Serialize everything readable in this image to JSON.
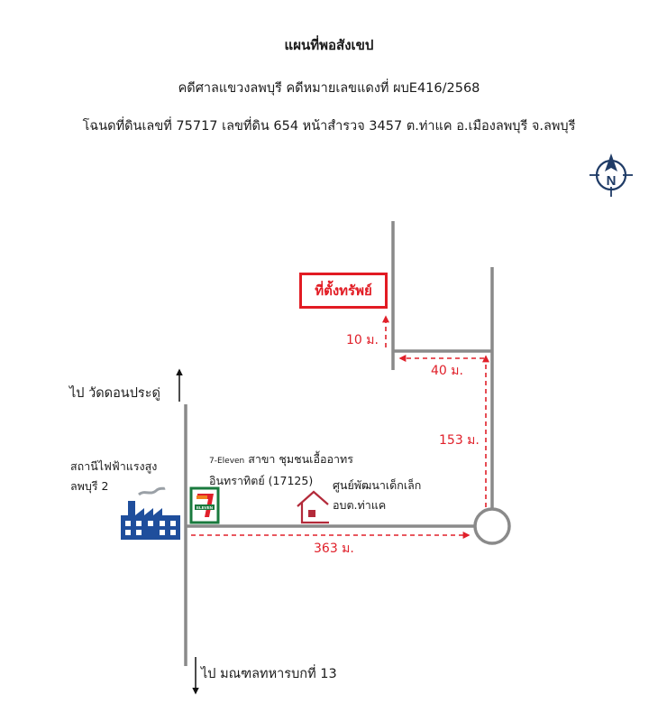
{
  "header": {
    "title": "แผนที่พอสังเขป",
    "case_line": "คดีศาลแขวงลพบุรี คดีหมายเลขแดงที่ ผบE416/2568",
    "deed_line": "โฉนดที่ดินเลขที่ 75717 เลขที่ดิน 654 หน้าสำรวจ 3457 ต.ท่าแค อ.เมืองลพบุรี จ.ลพบุรี"
  },
  "compass": {
    "icon": "north-compass-icon",
    "letter": "N"
  },
  "property": {
    "label": "ที่ตั้งทรัพย์",
    "color": "#e21b23"
  },
  "distances": {
    "d10": "10 ม.",
    "d40": "40 ม.",
    "d153": "153 ม.",
    "d363": "363 ม."
  },
  "directions": {
    "north": "ไป วัดดอนประดู่",
    "south": "ไป มณฑลทหารบกที่ 13"
  },
  "landmarks": {
    "power_station": {
      "line1": "สถานีไฟฟ้าแรงสูง",
      "line2": "ลพบุรี 2",
      "icon": "factory-icon"
    },
    "seven_eleven": {
      "prefix": "7-Eleven",
      "line1": " สาขา ชุมชนเอื้ออาทร",
      "line2": "อินทราทิตย์ (17125)",
      "icon": "7-eleven-logo"
    },
    "child_center": {
      "line1": "ศูนย์พัฒนาเด็กเล็ก",
      "line2": "อบต.ท่าแค",
      "icon": "house-icon"
    }
  },
  "colors": {
    "road": "#8a8a8a",
    "measure": "#e0202a",
    "factory": "#1f4e9c",
    "compass": "#1f3b66"
  }
}
